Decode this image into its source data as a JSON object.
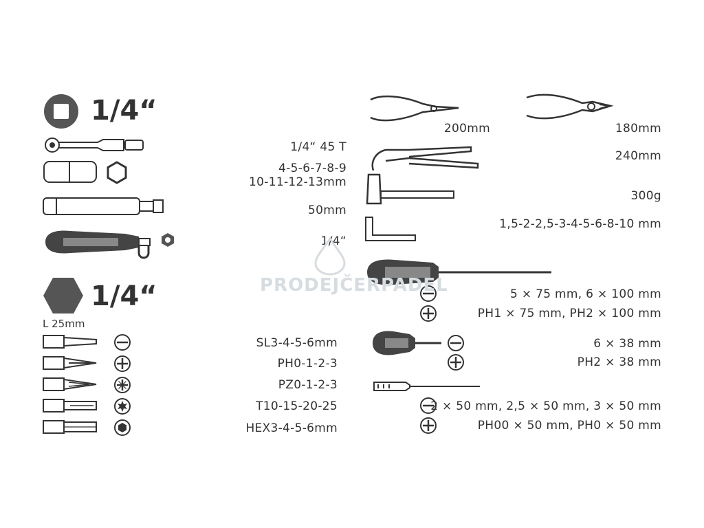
{
  "left": {
    "section1_title": "1/4“",
    "ratchet_label": "1/4“ 45 T",
    "sockets_label_1": "4-5-6-7-8-9",
    "sockets_label_2": "10-11-12-13mm",
    "extension_label": "50mm",
    "bit_driver_label": "1/4“",
    "section2_title": "1/4“",
    "bit_length": "L 25mm",
    "bits": [
      {
        "label": "SL3-4-5-6mm",
        "icon": "slot-icon"
      },
      {
        "label": "PH0-1-2-3",
        "icon": "phillips-icon"
      },
      {
        "label": "PZ0-1-2-3",
        "icon": "pozidriv-icon"
      },
      {
        "label": "T10-15-20-25",
        "icon": "torx-icon"
      },
      {
        "label": "HEX3-4-5-6mm",
        "icon": "hex-icon"
      }
    ]
  },
  "right": {
    "pliers_1": "200mm",
    "pliers_2": "180mm",
    "water_pump_pliers": "240mm",
    "hammer": "300g",
    "hex_keys": "1,5-2-2,5-3-4-5-6-8-10 mm",
    "screwdriver_slot": "5 × 75 mm, 6 × 100 mm",
    "screwdriver_ph": "PH1 × 75 mm, PH2 × 100 mm",
    "stubby_slot": "6 × 38 mm",
    "stubby_ph": "PH2 × 38 mm",
    "precision_slot": "2 × 50 mm, 2,5 × 50 mm, 3 × 50 mm",
    "precision_ph": "PH00 × 50 mm, PH0 × 50 mm"
  },
  "watermark": "PRODEJČERPADEL",
  "colors": {
    "ink": "#333333",
    "watermark": "#d7dce0"
  }
}
